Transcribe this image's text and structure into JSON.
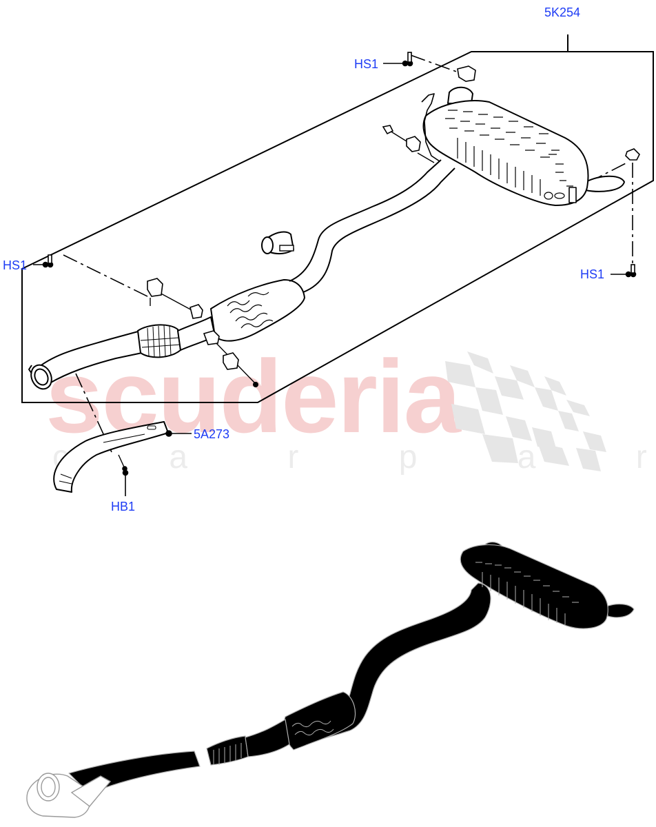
{
  "diagram": {
    "type": "exploded parts diagram",
    "subject": "exhaust system",
    "callouts": [
      {
        "id": "5K254",
        "label": "5K254",
        "role": "assembly boundary reference"
      },
      {
        "id": "HS1_top",
        "label": "HS1",
        "role": "bolt, rear muffler hanger (top)"
      },
      {
        "id": "HS1_left",
        "label": "HS1",
        "role": "bolt, front hanger (left)"
      },
      {
        "id": "HS1_right",
        "label": "HS1",
        "role": "bolt, rear hanger (right)"
      },
      {
        "id": "5A273",
        "label": "5A273",
        "role": "heat shield"
      },
      {
        "id": "HB1",
        "label": "HB1",
        "role": "heat shield bolt"
      }
    ],
    "components": [
      "front pipe with flange clamp",
      "catalytic converter",
      "centre silencer",
      "intermediate pipe",
      "pipe clamp",
      "rear muffler with perforated heat shield",
      "rubber hangers and brackets"
    ]
  },
  "watermark": {
    "brand": "scuderia",
    "tagline": "c a r   p a r t s",
    "brand_color": "#f6d0d0",
    "tagline_color": "#ececec",
    "flag_color": "#e6e6e6"
  },
  "thumbnail": {
    "description": "filled silhouette of complete exhaust assembly",
    "fill_color": "#000000",
    "outline_color": "#b0b0b0"
  },
  "colors": {
    "callout": "#1e3cf5",
    "linework": "#000000",
    "background": "#ffffff"
  }
}
